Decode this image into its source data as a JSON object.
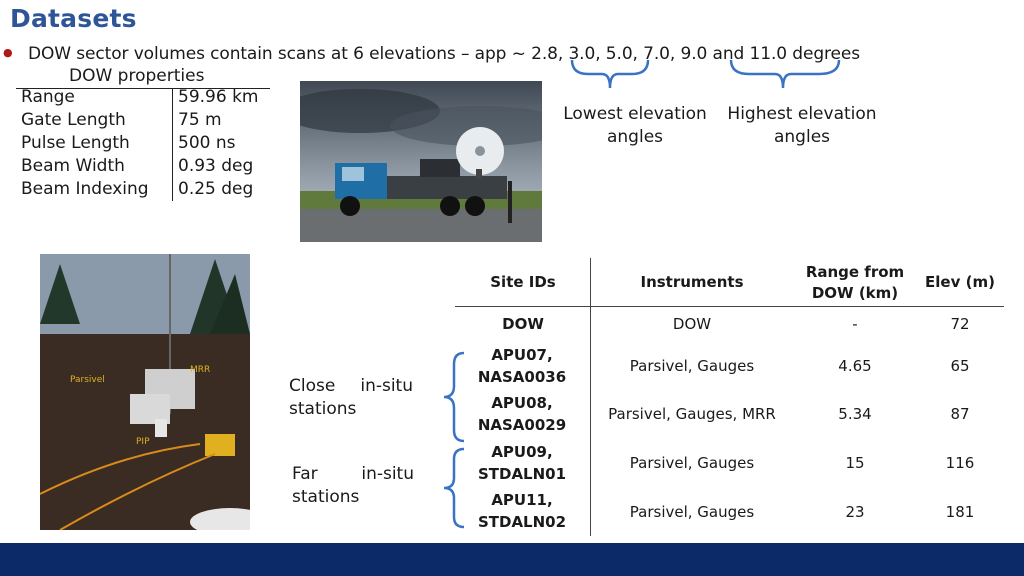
{
  "title": "Datasets",
  "bullet": "DOW sector volumes contain scans at 6 elevations – app ~ 2.8, 3.0, 5.0, 7.0, 9.0 and 11.0 degrees",
  "properties": {
    "title": "DOW properties",
    "rows": [
      {
        "label": "Range",
        "value": "59.96 km"
      },
      {
        "label": "Gate Length",
        "value": "75 m"
      },
      {
        "label": "Pulse Length",
        "value": "500 ns"
      },
      {
        "label": "Beam Width",
        "value": "0.93 deg"
      },
      {
        "label": "Beam Indexing",
        "value": "0.25 deg"
      }
    ]
  },
  "annotations": {
    "lowest": [
      "Lowest elevation",
      "angles"
    ],
    "highest": [
      "Highest elevation",
      "angles"
    ]
  },
  "site_photo_labels": {
    "mrr": "MRR",
    "parsivel": "Parsivel",
    "pip": "PIP"
  },
  "groups": {
    "close": [
      "Close",
      "in-situ",
      "stations"
    ],
    "far": [
      "Far",
      "in-situ",
      "stations"
    ]
  },
  "table": {
    "headers": [
      "Site IDs",
      "Instruments",
      "Range from DOW (km)",
      "Elev (m)"
    ],
    "rows": [
      {
        "site": "DOW",
        "instruments": "DOW",
        "range": "-",
        "elev": "72"
      },
      {
        "site": "APU07, NASA0036",
        "instruments": "Parsivel, Gauges",
        "range": "4.65",
        "elev": "65"
      },
      {
        "site": "APU08, NASA0029",
        "instruments": "Parsivel, Gauges, MRR",
        "range": "5.34",
        "elev": "87"
      },
      {
        "site": "APU09, STDALN01",
        "instruments": "Parsivel, Gauges",
        "range": "15",
        "elev": "116"
      },
      {
        "site": "APU11, STDALN02",
        "instruments": "Parsivel, Gauges",
        "range": "23",
        "elev": "181"
      }
    ]
  },
  "colors": {
    "title": "#2e5597",
    "brace": "#3a73c4",
    "footer": "#0d2a68",
    "bullet": "#b01919"
  }
}
